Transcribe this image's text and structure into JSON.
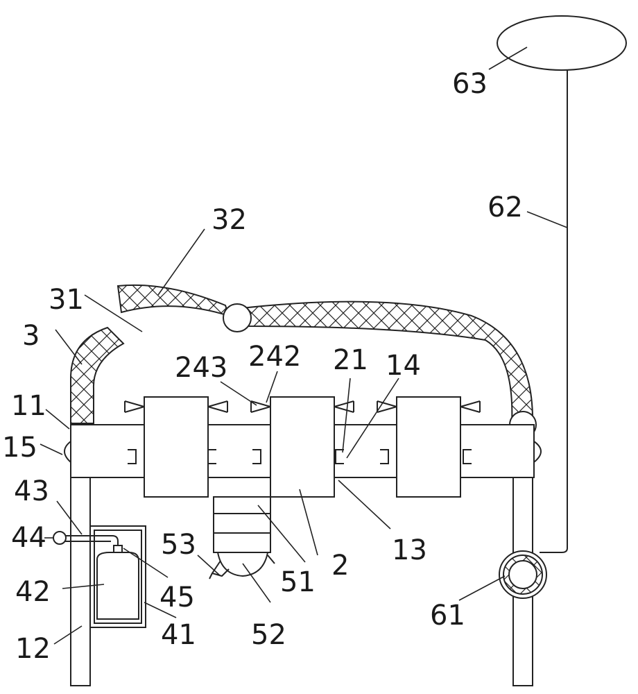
{
  "labels": {
    "l63": "63",
    "l62": "62",
    "l32": "32",
    "l31": "31",
    "l3": "3",
    "l243": "243",
    "l242": "242",
    "l21": "21",
    "l14": "14",
    "l11": "11",
    "l15": "15",
    "l43": "43",
    "l44": "44",
    "l53": "53",
    "l51": "51",
    "l2": "2",
    "l13": "13",
    "l42": "42",
    "l45": "45",
    "l61": "61",
    "l52": "52",
    "l41": "41",
    "l12": "12"
  }
}
